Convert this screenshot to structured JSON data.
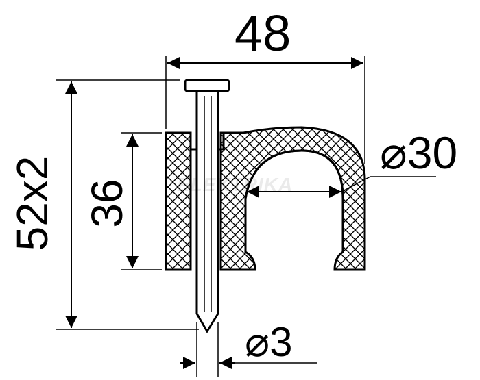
{
  "dimensions": {
    "width_label": "48",
    "height_label": "52x2",
    "inner_height_label": "36",
    "loop_diameter_label": "⌀30",
    "nail_diameter_label": "⌀3"
  },
  "watermark": {
    "text": "ELEKTRIKA"
  },
  "colors": {
    "stroke": "#000000",
    "fill": "#ffffff"
  }
}
